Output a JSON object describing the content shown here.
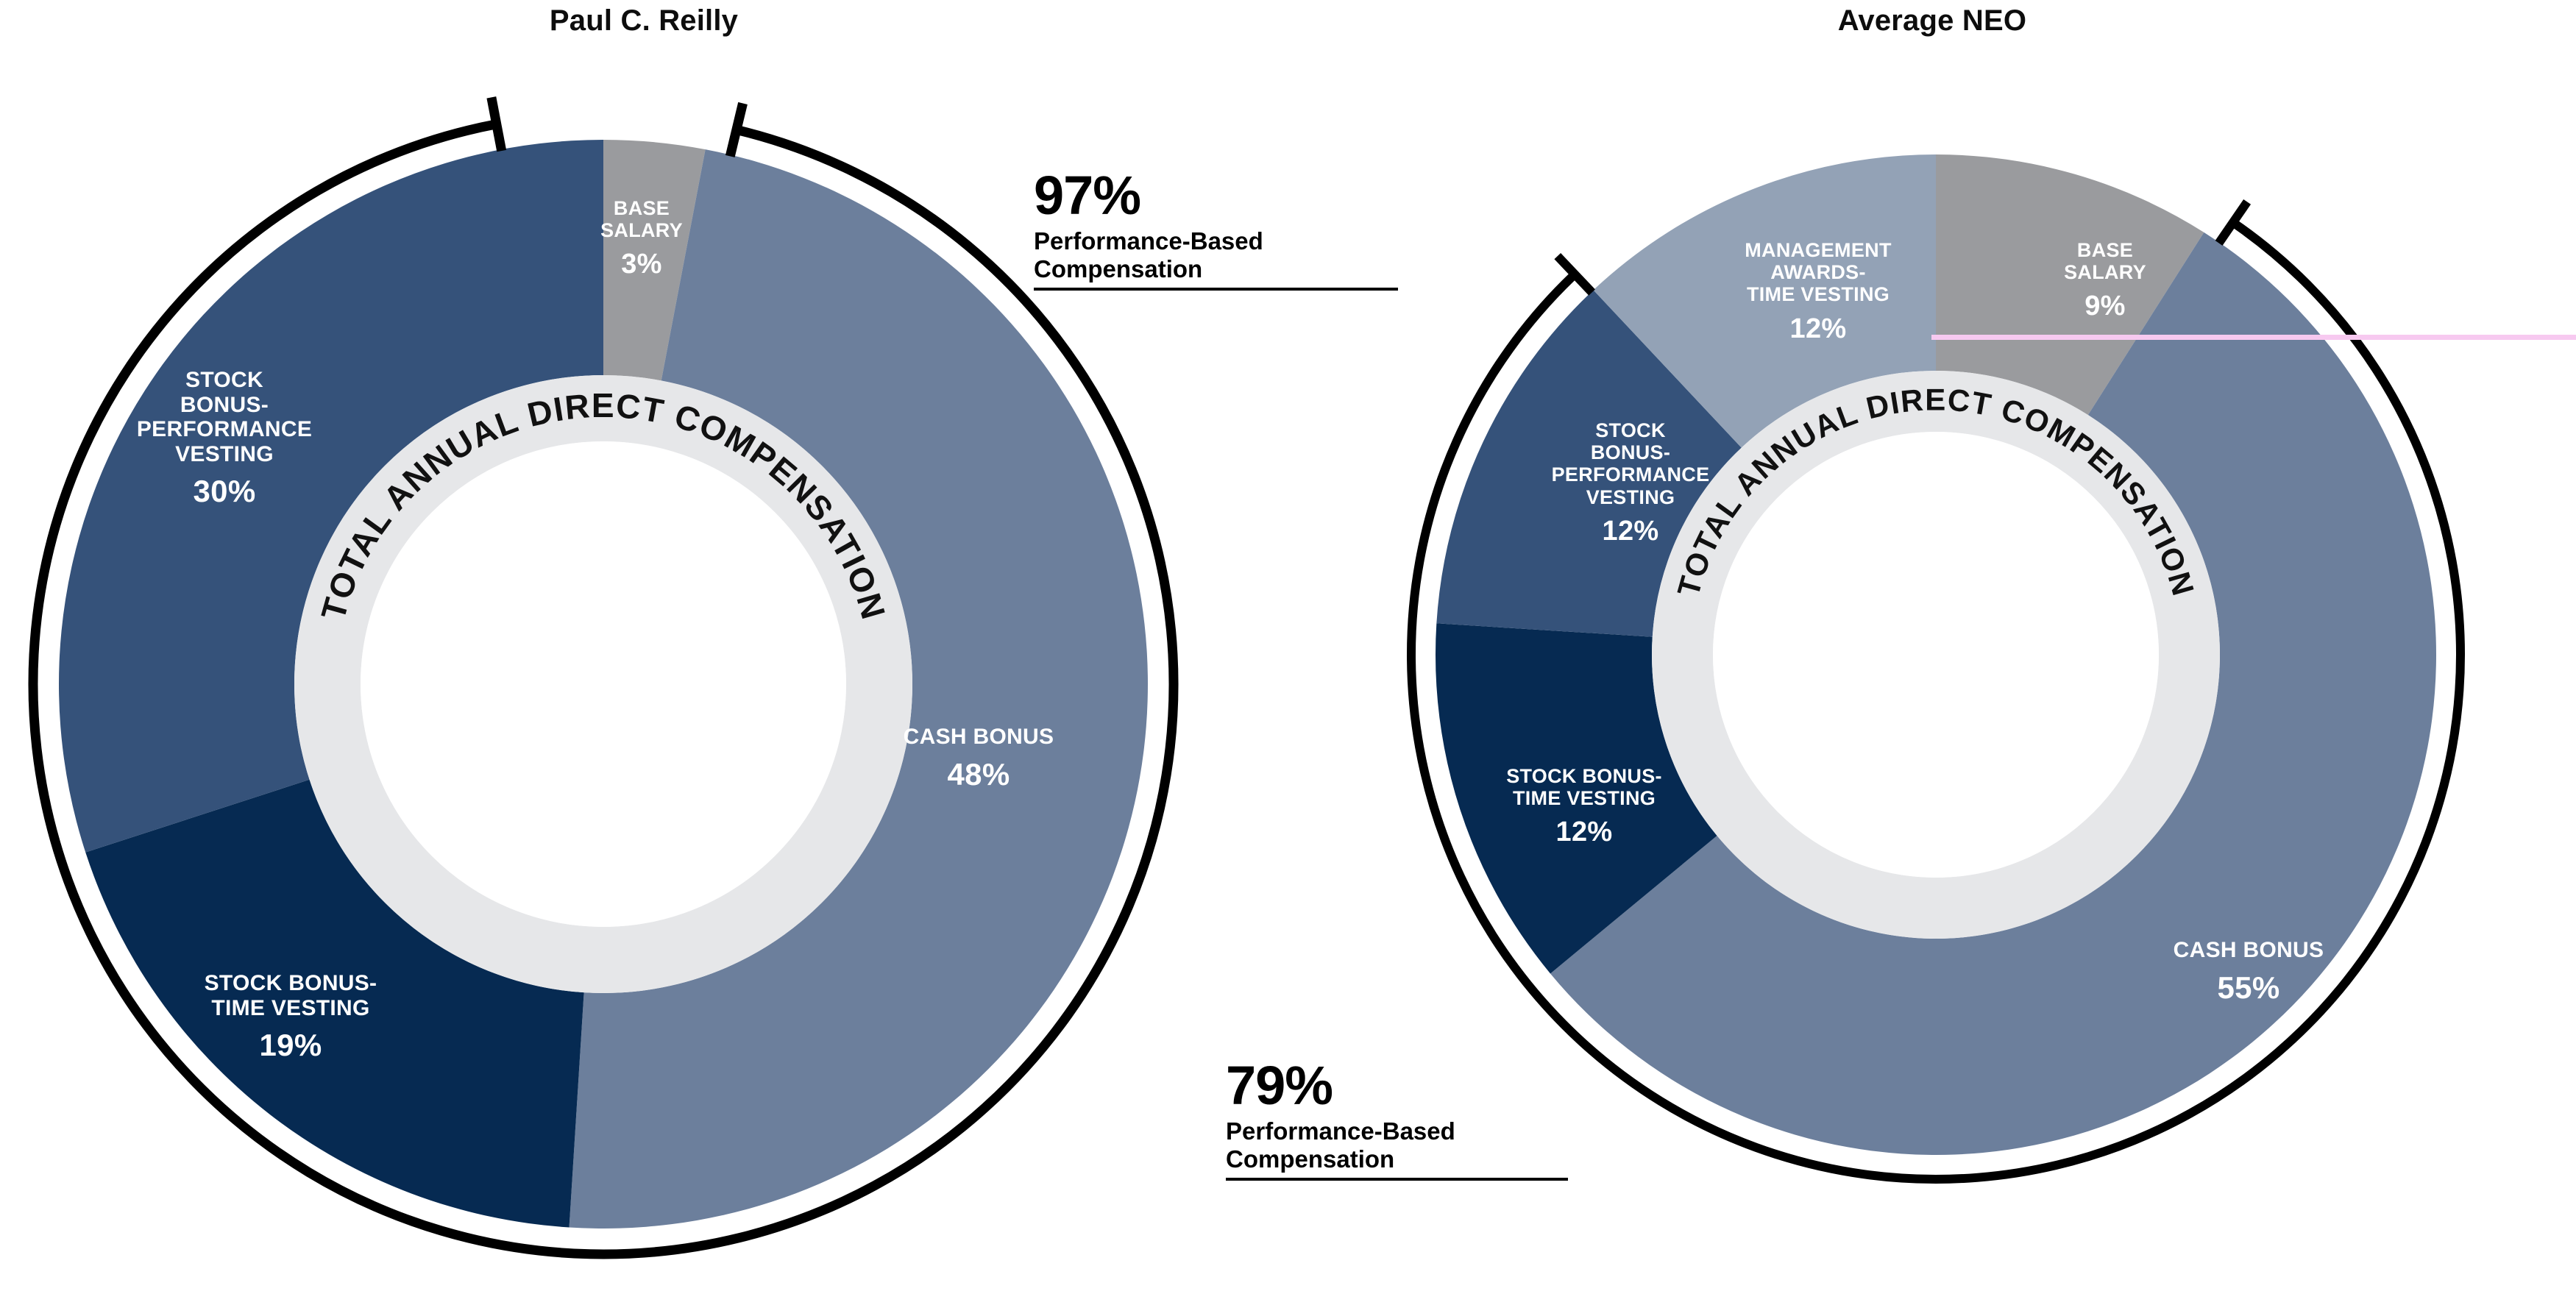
{
  "panels": [
    {
      "title": "Paul C. Reilly",
      "center_text": "TOTAL ANNUAL DIRECT COMPENSATION",
      "callout": {
        "value": "97%",
        "line1": "Performance-Based",
        "line2": "Compensation"
      },
      "segments": [
        {
          "name": "BASE SALARY",
          "label_line1": "BASE",
          "label_line2": "SALARY",
          "label_line3": "",
          "value": "3%",
          "pct": 3,
          "color": "#9a9b9e"
        },
        {
          "name": "CASH BONUS",
          "label_line1": "CASH BONUS",
          "label_line2": "",
          "label_line3": "",
          "value": "48%",
          "pct": 48,
          "color": "#6c7f9c"
        },
        {
          "name": "STOCK BONUS-TIME VESTING",
          "label_line1": "STOCK BONUS-",
          "label_line2": "TIME VESTING",
          "label_line3": "",
          "value": "19%",
          "pct": 19,
          "color": "#062a52"
        },
        {
          "name": "STOCK BONUS-PERFORMANCE VESTING",
          "label_line1": "STOCK",
          "label_line2": "BONUS-",
          "label_line3": "PERFORMANCE VESTING",
          "value": "30%",
          "pct": 30,
          "color": "#35527a"
        }
      ]
    },
    {
      "title": "Average NEO",
      "center_text": "TOTAL ANNUAL DIRECT COMPENSATION",
      "callout": {
        "value": "79%",
        "line1": "Performance-Based",
        "line2": "Compensation"
      },
      "segments": [
        {
          "name": "BASE SALARY",
          "label_line1": "BASE",
          "label_line2": "SALARY",
          "label_line3": "",
          "value": "9%",
          "pct": 9,
          "color": "#9a9b9e"
        },
        {
          "name": "CASH BONUS",
          "label_line1": "CASH BONUS",
          "label_line2": "",
          "label_line3": "",
          "value": "55%",
          "pct": 55,
          "color": "#6c7f9c"
        },
        {
          "name": "STOCK BONUS-TIME VESTING",
          "label_line1": "STOCK BONUS-",
          "label_line2": "TIME VESTING",
          "label_line3": "",
          "value": "12%",
          "pct": 12,
          "color": "#062a52"
        },
        {
          "name": "STOCK BONUS-PERFORMANCE VESTING",
          "label_line1": "STOCK",
          "label_line2": "BONUS-",
          "label_line3": "PERFORMANCE VESTING",
          "value": "12%",
          "pct": 12,
          "color": "#35527a"
        },
        {
          "name": "MANAGEMENT AWARDS-TIME VESTING",
          "label_line1": "MANAGEMENT",
          "label_line2": "AWARDS-",
          "label_line3": "TIME VESTING",
          "value": "12%",
          "pct": 12,
          "color": "#93a2b6"
        }
      ]
    }
  ],
  "chart_data": {
    "type": "pie",
    "title": "Total Annual Direct Compensation mix",
    "legend_position": "inside-slices",
    "units": "percent of total annual direct compensation",
    "categories": [
      "Base Salary",
      "Cash Bonus",
      "Stock Bonus-Time Vesting",
      "Stock Bonus-Performance Vesting",
      "Management Awards-Time Vesting"
    ],
    "series": [
      {
        "name": "Paul C. Reilly",
        "values": [
          3,
          48,
          19,
          30,
          0
        ]
      },
      {
        "name": "Average NEO",
        "values": [
          9,
          55,
          12,
          12,
          12
        ]
      }
    ],
    "colors": {
      "Base Salary": "#9a9b9e",
      "Cash Bonus": "#6c7f9c",
      "Stock Bonus-Time Vesting": "#062a52",
      "Stock Bonus-Performance Vesting": "#35527a",
      "Management Awards-Time Vesting": "#93a2b6"
    },
    "annotations": [
      {
        "series": "Paul C. Reilly",
        "value": "97%",
        "text": "Performance-Based Compensation"
      },
      {
        "series": "Average NEO",
        "value": "79%",
        "text": "Performance-Based Compensation"
      }
    ],
    "center_label": "TOTAL ANNUAL DIRECT COMPENSATION",
    "grid": false,
    "ylim": [
      0,
      100
    ]
  }
}
